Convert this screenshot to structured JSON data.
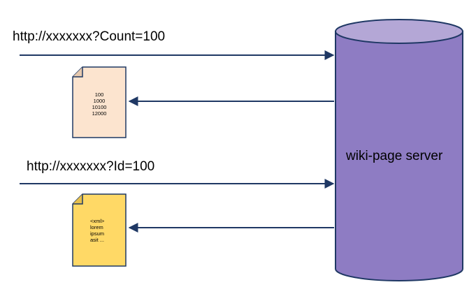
{
  "requests": [
    {
      "url": "http://xxxxxxx?Count=100"
    },
    {
      "url": "http://xxxxxxx?Id=100"
    }
  ],
  "responses": [
    {
      "lines": [
        "100",
        "1000",
        "10100",
        "12000"
      ],
      "fill": "#fce4cf"
    },
    {
      "lines": [
        "<xml>",
        "lorem",
        "ipsum",
        "asit ..."
      ],
      "fill": "#ffd966"
    }
  ],
  "server": {
    "label": "wiki-page server",
    "body_color": "#8e7cc3",
    "top_color": "#b4a7d6",
    "outline": "#1f3864"
  },
  "colors": {
    "arrow": "#1f3864"
  }
}
